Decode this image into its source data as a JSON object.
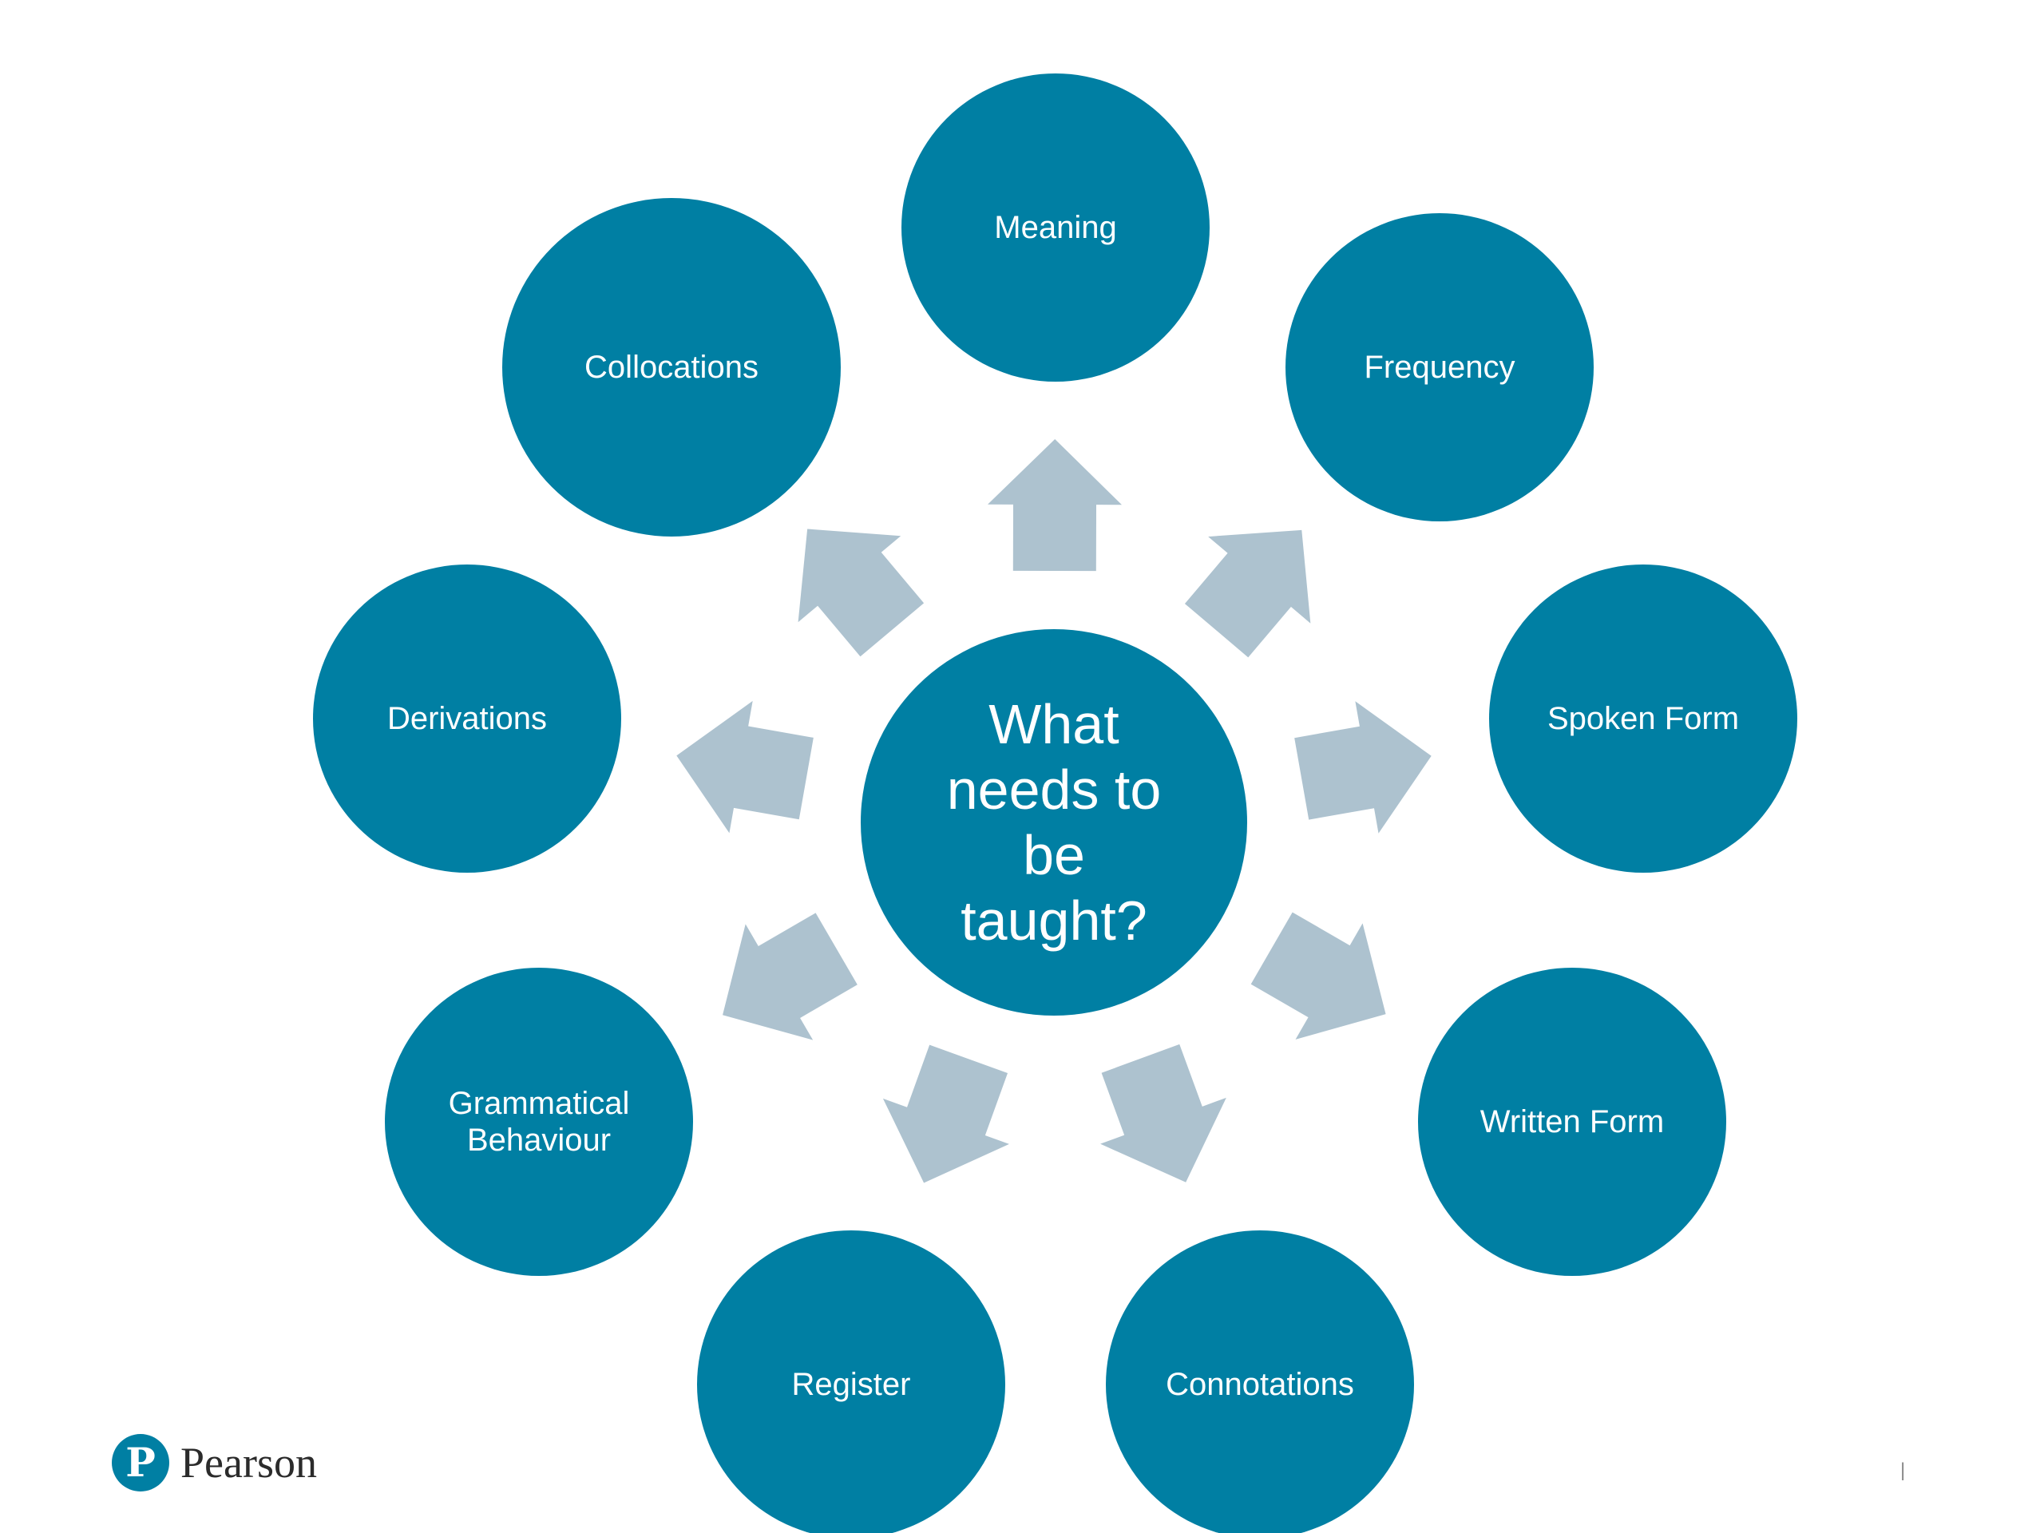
{
  "center": {
    "lines": [
      "What",
      "needs to",
      "be",
      "taught?"
    ]
  },
  "nodes": [
    {
      "id": "meaning",
      "lines": [
        "Meaning"
      ]
    },
    {
      "id": "frequency",
      "lines": [
        "Frequency"
      ]
    },
    {
      "id": "spoken-form",
      "lines": [
        "Spoken Form"
      ]
    },
    {
      "id": "written-form",
      "lines": [
        "Written Form"
      ]
    },
    {
      "id": "connotations",
      "lines": [
        "Connotations"
      ]
    },
    {
      "id": "register",
      "lines": [
        "Register"
      ]
    },
    {
      "id": "grammatical-behaviour",
      "lines": [
        "Grammatical",
        "Behaviour"
      ]
    },
    {
      "id": "derivations",
      "lines": [
        "Derivations"
      ]
    },
    {
      "id": "collocations",
      "lines": [
        "Collocations"
      ]
    }
  ],
  "colors": {
    "circle": "#007fa3",
    "arrow": "#adc2cf",
    "text": "#ffffff"
  },
  "footer": {
    "logo_text": "Pearson",
    "logo_mark": "P",
    "page_marker": "|"
  }
}
